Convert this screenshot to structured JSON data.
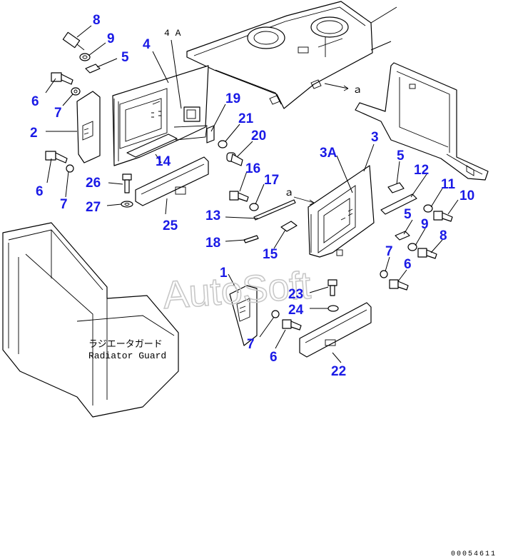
{
  "diagram": {
    "labels": {
      "l8a": "8",
      "l9a": "9",
      "l5a": "5",
      "l4": "4",
      "l4a": "4 A",
      "l6a": "6",
      "l7a": "7",
      "l2": "2",
      "l6b": "6",
      "l7b": "7",
      "l26": "26",
      "l27": "27",
      "l14": "14",
      "l25": "25",
      "l19": "19",
      "l21": "21",
      "l20": "20",
      "l16": "16",
      "l17": "17",
      "l13": "13",
      "l18": "18",
      "l15": "15",
      "l1": "1",
      "l3": "3",
      "l3a": "3A",
      "l5b": "5",
      "l12": "12",
      "l11": "11",
      "l10": "10",
      "l5c": "5",
      "l9b": "9",
      "l8b": "8",
      "l7c": "7",
      "l6c": "6",
      "l23": "23",
      "l24": "24",
      "l22": "22",
      "l7d": "7",
      "l6d": "6"
    },
    "guard_label_jp": "ラジエータガード",
    "guard_label_en": "Radiator Guard",
    "watermark": "AutoSoft",
    "ref_code": "00054611",
    "callout_color": "#1a1ae6"
  }
}
